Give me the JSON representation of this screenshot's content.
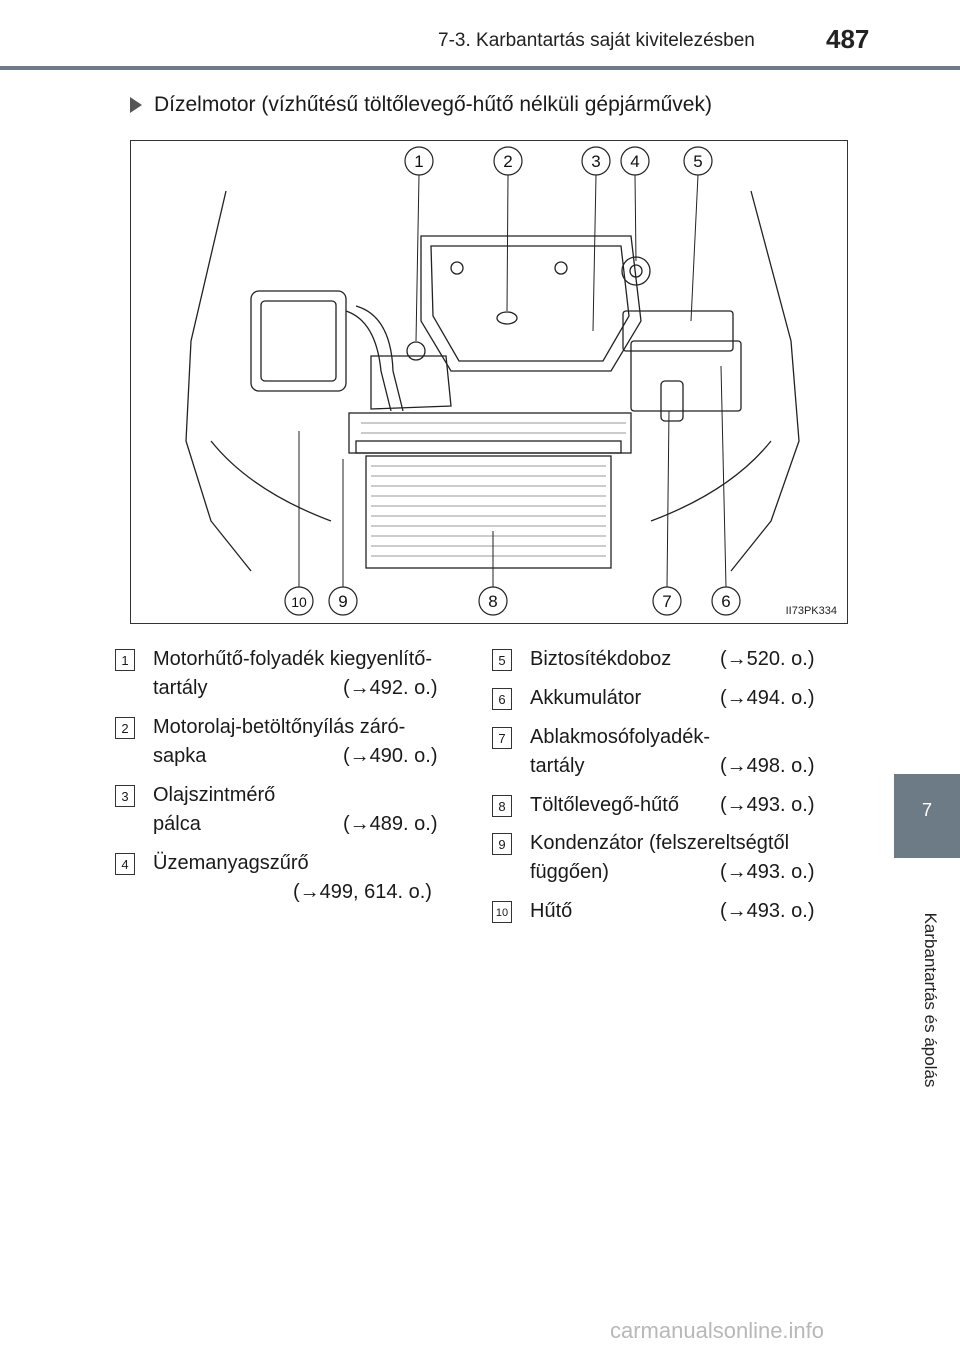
{
  "header": {
    "title": "7-3. Karbantartás saját kivitelezésben",
    "page_number": "487"
  },
  "section": {
    "title": "Dízelmotor (vízhűtésű töltőlevegő-hűtő nélküli gépjárművek)"
  },
  "figure": {
    "code": "II73PK334",
    "callouts_top": [
      "1",
      "2",
      "3",
      "4",
      "5"
    ],
    "callouts_bottom": [
      "10",
      "9",
      "8",
      "7",
      "6"
    ]
  },
  "legend": {
    "left": [
      {
        "num": "1",
        "line1": "Motorhűtő-folyadék kiegyenlítő-",
        "line2": "tartály",
        "ref": "(→492. o.)"
      },
      {
        "num": "2",
        "line1": "Motorolaj-betöltőnyílás záró-",
        "line2": "sapka",
        "ref": "(→490. o.)"
      },
      {
        "num": "3",
        "line1": "Olajszintmérő",
        "line2": "pálca",
        "ref": "(→489. o.)"
      },
      {
        "num": "4",
        "line1": "Üzemanyagszűrő",
        "line2": "",
        "ref": "(→499, 614. o.)"
      }
    ],
    "right": [
      {
        "num": "5",
        "line1": "Biztosítékdoboz",
        "line2": "",
        "ref": "(→520. o.)"
      },
      {
        "num": "6",
        "line1": "Akkumulátor",
        "line2": "",
        "ref": "(→494. o.)"
      },
      {
        "num": "7",
        "line1": "Ablakmosófolyadék-",
        "line2": "tartály",
        "ref": "(→498. o.)"
      },
      {
        "num": "8",
        "line1": "Töltőlevegő-hűtő",
        "line2": "",
        "ref": "(→493. o.)"
      },
      {
        "num": "9",
        "line1": "Kondenzátor (felszereltségtől",
        "line2": "függően)",
        "ref": "(→493. o.)"
      },
      {
        "num": "10",
        "line1": "Hűtő",
        "line2": "",
        "ref": "(→493. o.)"
      }
    ]
  },
  "side_tab": {
    "number": "7",
    "label": "Karbantartás és ápolás"
  },
  "watermark": "carmanualsonline.info"
}
